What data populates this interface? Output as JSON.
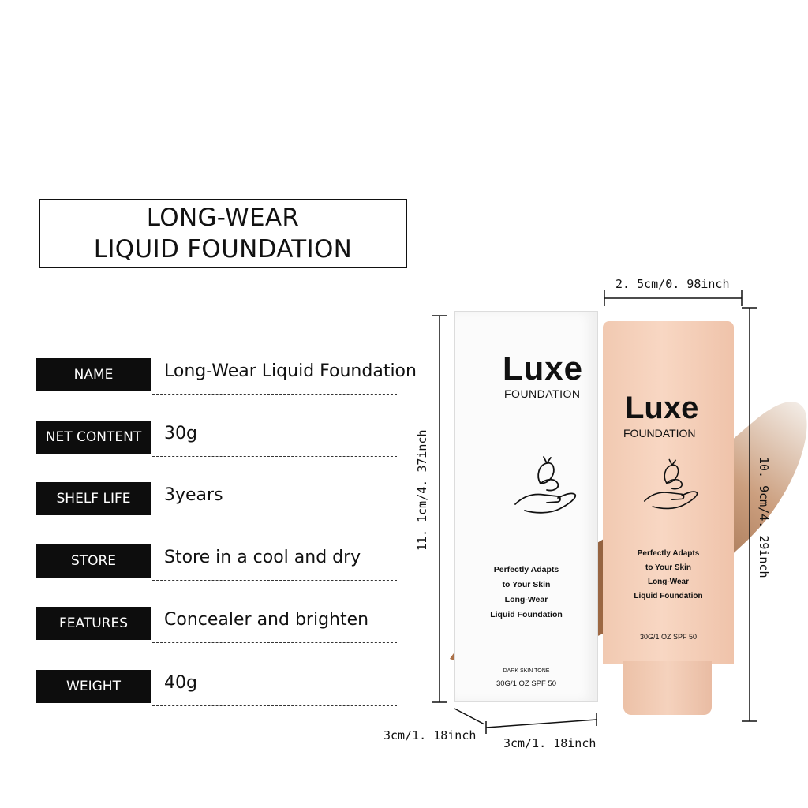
{
  "title": {
    "line1": "LONG-WEAR",
    "line2": "LIQUID FOUNDATION"
  },
  "specs": [
    {
      "label": "NAME",
      "value": "Long-Wear Liquid Foundation"
    },
    {
      "label": "NET CONTENT",
      "value": "30g"
    },
    {
      "label": "SHELF LIFE",
      "value": "3years"
    },
    {
      "label": "STORE",
      "value": "Store in a cool and dry"
    },
    {
      "label": "FEATURES",
      "value": "Concealer and brighten"
    },
    {
      "label": "WEIGHT",
      "value": "40g"
    }
  ],
  "box": {
    "brand": "Luxe",
    "subtitle": "FOUNDATION",
    "tagline1": "Perfectly Adapts",
    "tagline2": "to Your Skin",
    "tagline3": "Long-Wear",
    "tagline4": "Liquid Foundation",
    "tone": "DARK SKIN TONE",
    "spec": "30G/1 OZ  SPF 50"
  },
  "tube": {
    "brand": "Luxe",
    "subtitle": "FOUNDATION",
    "tagline1": "Perfectly Adapts",
    "tagline2": "to Your Skin",
    "tagline3": "Long-Wear",
    "tagline4": "Liquid Foundation",
    "spec": "30G/1 OZ  SPF 50"
  },
  "dimensions": {
    "box_height": "11. 1cm/4. 37inch",
    "box_depth": "3cm/1. 18inch",
    "box_width": "3cm/1. 18inch",
    "tube_width": "2. 5cm/0. 98inch",
    "tube_height": "10. 9cm/4. 29inch"
  },
  "colors": {
    "tube": "#f6d2bd",
    "swatch_dark": "#8a5a38",
    "swatch_light": "#d8a47e"
  },
  "icons": [
    "hand-butterfly-icon"
  ]
}
